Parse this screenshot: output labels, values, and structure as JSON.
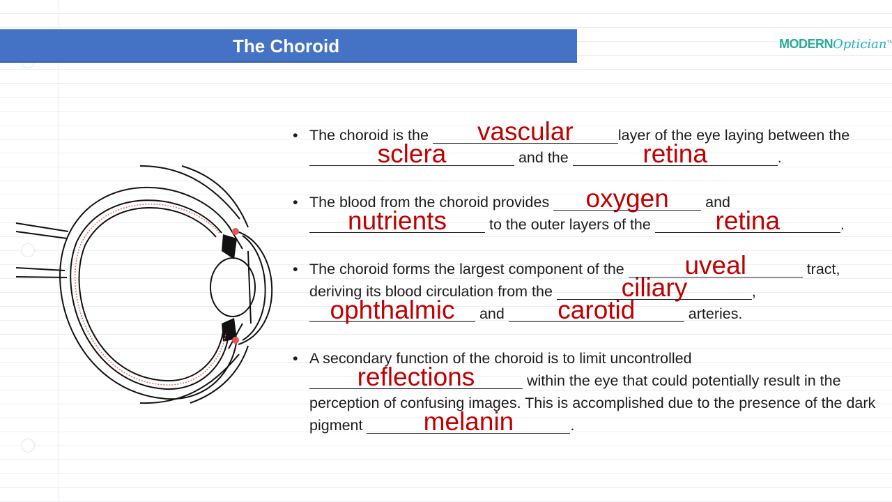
{
  "header": {
    "title": "The Choroid"
  },
  "logo": {
    "part1": "MODERN",
    "part2": "Optician",
    "tm": "TM"
  },
  "bullets": [
    {
      "t1": "The choroid is the ",
      "a1": "vascular",
      "t2": "layer of the eye laying between the ",
      "a2": "sclera",
      "t3": " and the ",
      "a3": "retina",
      "t4": "."
    },
    {
      "t1": "The blood from the choroid provides ",
      "a1": "oxygen",
      "t2": " and ",
      "a2": "nutrients",
      "t3": " to the outer layers of the ",
      "a3": "retina",
      "t4": "."
    },
    {
      "t1": "The choroid forms the largest component of the ",
      "a1": "uveal",
      "t2": " tract, deriving its blood circulation from the ",
      "a2": "ciliary",
      "t3": ", ",
      "a3": "ophthalmic",
      "t4": " and ",
      "a4": "carotid",
      "t5": " arteries."
    },
    {
      "t1": "A secondary function of the choroid is to limit uncontrolled ",
      "a1": "reflections",
      "t2": " within the eye that could potentially result in the perception of confusing images.  This is accomplished due to the presence of the dark pigment ",
      "a2": "melanin",
      "t3": "."
    }
  ],
  "colors": {
    "title_bar": "#4472c4",
    "answer": "#c00000",
    "logo_primary": "#2ba99b",
    "logo_secondary": "#1fb0c8"
  }
}
